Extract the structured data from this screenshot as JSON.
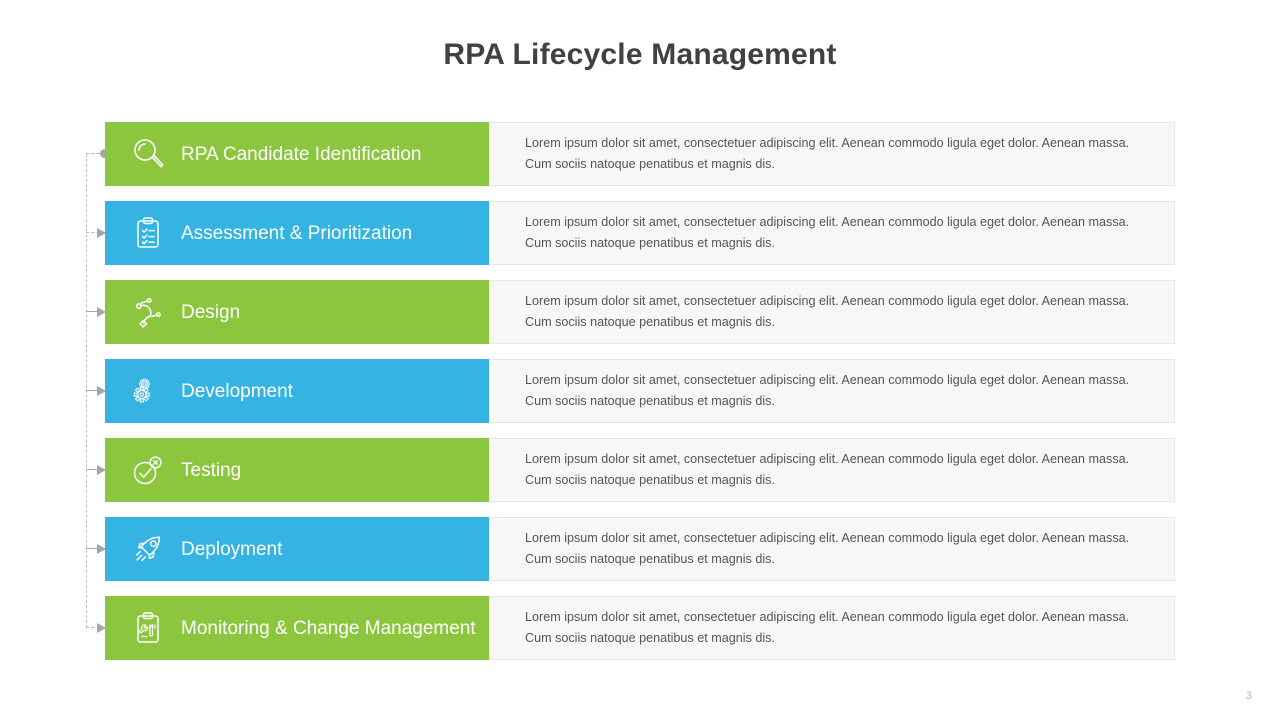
{
  "slide": {
    "title": "RPA Lifecycle Management",
    "page_number": "3",
    "colors": {
      "green": "#8CC63F",
      "blue": "#35B4E3",
      "title_text": "#414141",
      "panel_bg": "#F7F7F7",
      "body_text": "#555555",
      "connector": "#A6A6A6"
    }
  },
  "rows": [
    {
      "label": "RPA Candidate Identification",
      "icon": "magnifier-icon",
      "color": "#8CC63F",
      "connector": "dashed-dot",
      "description": "Lorem ipsum dolor sit amet, consectetuer adipiscing elit. Aenean commodo  ligula eget dolor. Aenean massa. Cum sociis natoque penatibus et magnis dis."
    },
    {
      "label": "Assessment & Prioritization",
      "icon": "clipboard-checklist-icon",
      "color": "#35B4E3",
      "connector": "dashed-arrow",
      "description": "Lorem ipsum dolor sit amet, consectetuer adipiscing elit. Aenean commodo  ligula eget dolor. Aenean massa. Cum sociis natoque penatibus et magnis dis."
    },
    {
      "label": "Design",
      "icon": "bezier-node-icon",
      "color": "#8CC63F",
      "connector": "solid-arrow",
      "description": "Lorem ipsum dolor sit amet, consectetuer adipiscing elit. Aenean commodo  ligula eget dolor. Aenean massa. Cum sociis natoque penatibus et magnis dis."
    },
    {
      "label": "Development",
      "icon": "gears-icon",
      "color": "#35B4E3",
      "connector": "solid-arrow",
      "description": "Lorem ipsum dolor sit amet, consectetuer adipiscing elit. Aenean commodo  ligula eget dolor. Aenean massa. Cum sociis natoque penatibus et magnis dis."
    },
    {
      "label": "Testing",
      "icon": "check-circle-icon",
      "color": "#8CC63F",
      "connector": "solid-arrow",
      "description": "Lorem ipsum dolor sit amet, consectetuer adipiscing elit. Aenean commodo  ligula eget dolor. Aenean massa. Cum sociis natoque penatibus et magnis dis."
    },
    {
      "label": "Deployment",
      "icon": "rocket-icon",
      "color": "#35B4E3",
      "connector": "solid-arrow",
      "description": "Lorem ipsum dolor sit amet, consectetuer adipiscing elit. Aenean commodo  ligula eget dolor. Aenean massa. Cum sociis natoque penatibus et magnis dis."
    },
    {
      "label": "Monitoring & Change Management",
      "icon": "clipboard-tools-icon",
      "color": "#8CC63F",
      "connector": "dashed-arrow",
      "description": "Lorem ipsum dolor sit amet, consectetuer adipiscing elit. Aenean commodo  ligula eget dolor. Aenean massa. Cum sociis natoque penatibus et magnis dis."
    }
  ]
}
